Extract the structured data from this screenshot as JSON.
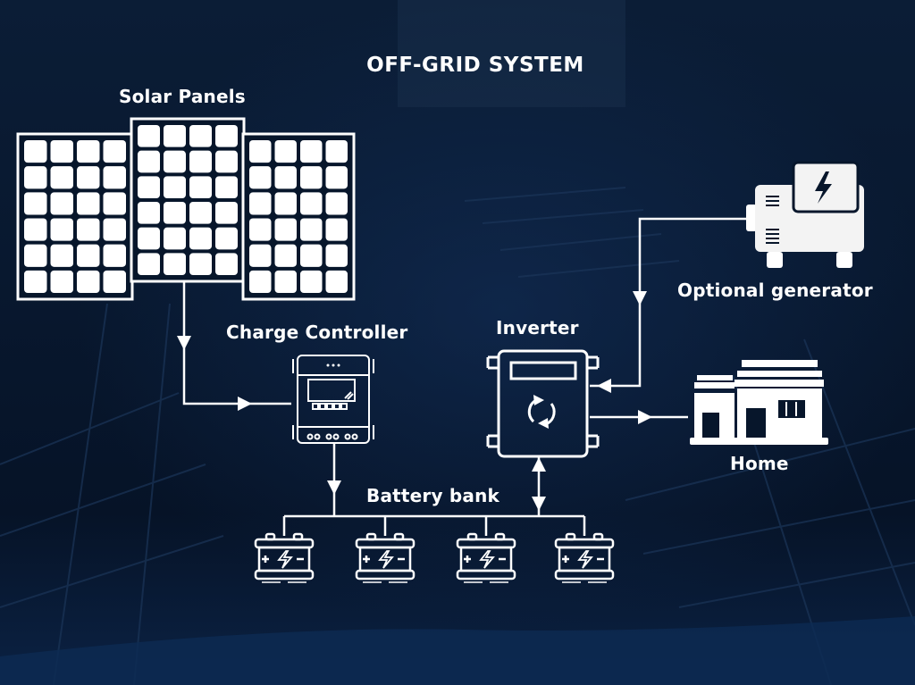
{
  "title": "OFF-GRID SYSTEM",
  "components": {
    "solar_panels": {
      "label": "Solar Panels",
      "icon": "solar-panel-icon",
      "count": 3
    },
    "charge_controller": {
      "label": "Charge Controller",
      "icon": "charge-controller-icon"
    },
    "inverter": {
      "label": "Inverter",
      "icon": "inverter-icon"
    },
    "generator": {
      "label": "Optional generator",
      "icon": "generator-icon"
    },
    "home": {
      "label": "Home",
      "icon": "house-icon"
    },
    "battery_bank": {
      "label": "Battery bank",
      "icon": "battery-icon",
      "count": 4,
      "battery_symbols": "+ ϟ −"
    }
  },
  "connections": [
    {
      "from": "solar_panels",
      "to": "charge_controller",
      "direction": "one-way"
    },
    {
      "from": "charge_controller",
      "to": "battery_bank",
      "direction": "one-way"
    },
    {
      "from": "battery_bank",
      "to": "inverter",
      "direction": "two-way"
    },
    {
      "from": "generator",
      "to": "inverter",
      "direction": "one-way"
    },
    {
      "from": "inverter",
      "to": "home",
      "direction": "one-way"
    }
  ],
  "colors": {
    "background": "#07162b",
    "foreground": "#ffffff"
  }
}
